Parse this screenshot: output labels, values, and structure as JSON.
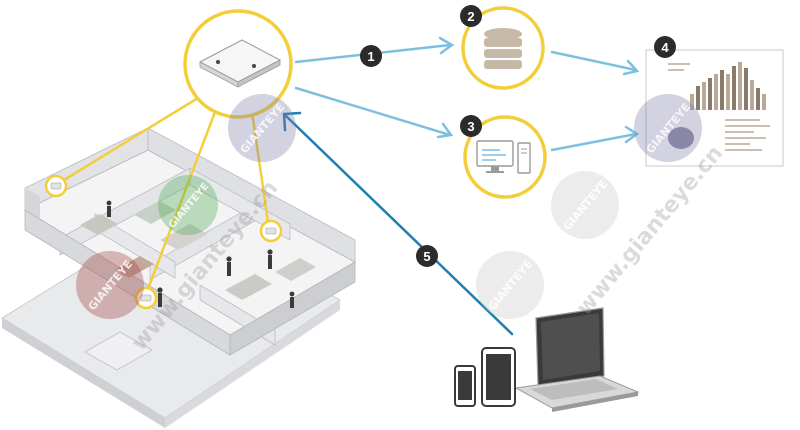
{
  "badges": {
    "step1": "1",
    "step2": "2",
    "step3": "3",
    "step4": "4",
    "step5": "5"
  },
  "watermarks": {
    "seal_text": "GIANTEYE",
    "url_text": "www.gianteye.cn"
  },
  "colors": {
    "accent_yellow": "#f2cf3a",
    "data_flow_blue": "#7cc0e0",
    "access_blue": "#1f7fb0",
    "badge_dark": "#2b2b2b",
    "chart_brown": "#8a7a6a"
  },
  "icons": {
    "sensor": "ceiling-sensor-icon",
    "database": "database-icon",
    "computer": "computer-icon",
    "report": "report-chart-icon",
    "laptop": "laptop-icon",
    "tablet": "tablet-icon",
    "phone": "phone-icon"
  }
}
